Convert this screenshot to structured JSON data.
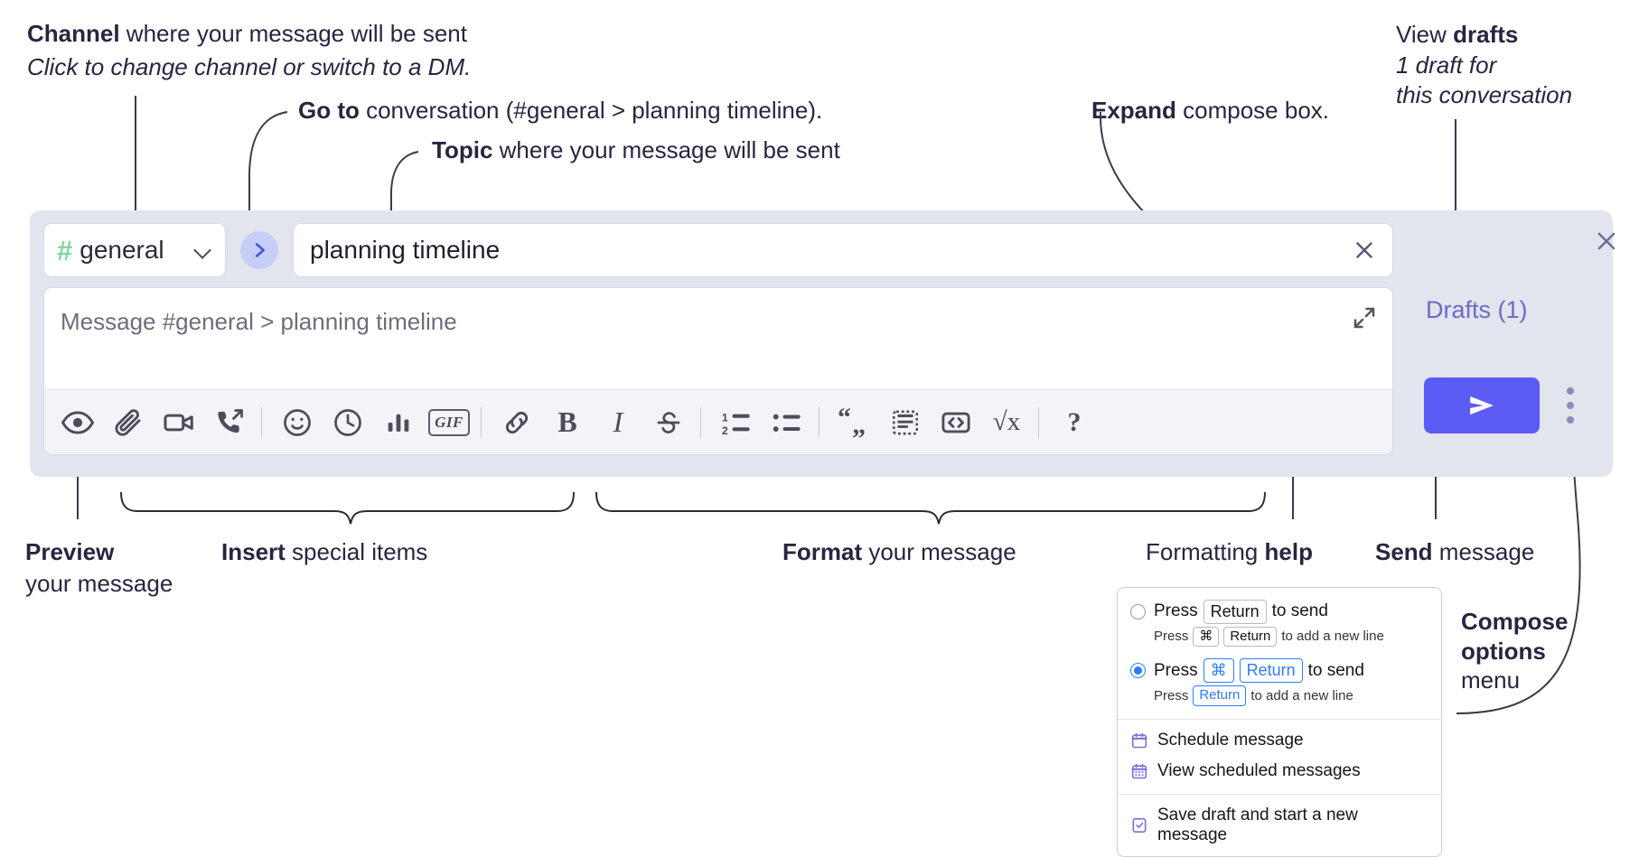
{
  "annotations": {
    "channel": {
      "bold": "Channel",
      "rest": " where your message will be sent",
      "italic": "Click to change channel or switch to a DM."
    },
    "goto": {
      "bold": "Go to",
      "rest": " conversation (#general > planning timeline)."
    },
    "topic": {
      "bold": "Topic",
      "rest": " where your message will be sent"
    },
    "expand": {
      "bold": "Expand",
      "rest": " compose box."
    },
    "drafts": {
      "plain": "View ",
      "bold": "drafts",
      "italic1": "1 draft for",
      "italic2": "this conversation"
    },
    "preview": {
      "bold": "Preview",
      "rest": "your message"
    },
    "insert": {
      "bold": "Insert",
      "rest": " special items"
    },
    "format": {
      "bold": "Format",
      "rest": " your message"
    },
    "help": {
      "plain": "Formatting ",
      "bold": "help"
    },
    "send": {
      "bold": "Send",
      "rest": " message"
    },
    "compose_options": {
      "bold1": "Compose",
      "bold2": "options",
      "rest": "menu"
    }
  },
  "compose": {
    "channel": {
      "hash": "#",
      "name": "general",
      "chevron_icon": "chevron-down-icon"
    },
    "goto_button": {
      "icon": "chevron-right-icon"
    },
    "topic": {
      "value": "planning timeline",
      "clear_icon": "close-icon"
    },
    "editor": {
      "placeholder": "Message #general > planning timeline",
      "expand_icon": "expand-arrows-icon"
    },
    "toolbar": [
      {
        "name": "preview-button",
        "icon": "eye-icon"
      },
      {
        "name": "attach-button",
        "icon": "paperclip-icon"
      },
      {
        "name": "video-clip-button",
        "icon": "video-camera-icon"
      },
      {
        "name": "audio-clip-button",
        "icon": "phone-forward-icon"
      },
      {
        "name": "emoji-button",
        "icon": "smiley-icon"
      },
      {
        "name": "reminder-button",
        "icon": "clock-icon"
      },
      {
        "name": "poll-button",
        "icon": "bar-chart-icon"
      },
      {
        "name": "gif-button",
        "icon": "gif-icon",
        "label": "GIF"
      },
      {
        "name": "link-button",
        "icon": "link-icon"
      },
      {
        "name": "bold-button",
        "icon": "bold-icon",
        "label": "B"
      },
      {
        "name": "italic-button",
        "icon": "italic-icon",
        "label": "I"
      },
      {
        "name": "strikethrough-button",
        "icon": "strikethrough-icon",
        "label": "S"
      },
      {
        "name": "ordered-list-button",
        "icon": "ordered-list-icon"
      },
      {
        "name": "bulleted-list-button",
        "icon": "bulleted-list-icon"
      },
      {
        "name": "blockquote-button",
        "icon": "quote-icon"
      },
      {
        "name": "code-block-button",
        "icon": "code-block-icon"
      },
      {
        "name": "code-button",
        "icon": "code-brackets-icon"
      },
      {
        "name": "math-button",
        "icon": "square-root-icon",
        "label": "√x"
      },
      {
        "name": "formatting-help-button",
        "icon": "question-mark-icon",
        "label": "?"
      }
    ],
    "drafts_label": "Drafts (1)",
    "send_icon": "paper-plane-icon",
    "kebab_icon": "more-vertical-icon",
    "close_icon": "close-icon"
  },
  "popup": {
    "options": [
      {
        "selected": false,
        "main_prefix": "Press",
        "main_key": "Return",
        "main_suffix": "to send",
        "sub_prefix": "Press",
        "sub_key1": "⌘",
        "sub_key2": "Return",
        "sub_suffix": "to add a new line"
      },
      {
        "selected": true,
        "main_prefix": "Press",
        "main_key1": "⌘",
        "main_key2": "Return",
        "main_suffix": "to send",
        "sub_prefix": "Press",
        "sub_key": "Return",
        "sub_suffix": "to add a new line"
      }
    ],
    "menu_items": [
      {
        "label": "Schedule message",
        "icon": "calendar-icon"
      },
      {
        "label": "View scheduled messages",
        "icon": "calendar-grid-icon"
      },
      {
        "label": "Save draft and start a new message",
        "icon": "document-check-icon"
      }
    ]
  },
  "colors": {
    "panel_bg": "#e2e4ee",
    "send_button": "#5b5bf6",
    "hash_green": "#7fd6a0",
    "goto_circle": "#c6cdf7",
    "drafts_purple": "#6b6bc8",
    "accent_blue": "#2f7df6",
    "menu_icon_purple": "#7a6ee0"
  }
}
